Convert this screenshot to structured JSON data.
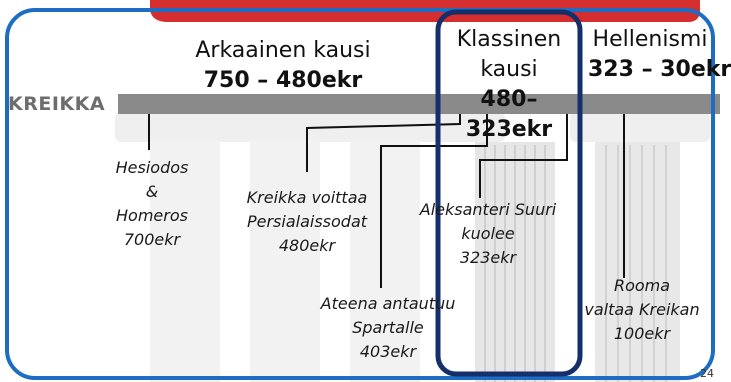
{
  "timeline": {
    "band_label": "KREIKKA",
    "periods": [
      {
        "name": "Arkaainen kausi",
        "dates": "750 – 480ekr"
      },
      {
        "name": "Klassinen kausi",
        "dates": "480– 323ekr"
      },
      {
        "name": "Hellenismi",
        "dates": "323 – 30ekr"
      }
    ],
    "events": [
      {
        "lines": [
          "Hesiodos",
          "&",
          "Homeros",
          "700ekr"
        ]
      },
      {
        "lines": [
          "Kreikka voittaa",
          "Persialaissodat",
          "480ekr"
        ]
      },
      {
        "lines": [
          "Ateena antautuu",
          "Spartalle",
          "403ekr"
        ]
      },
      {
        "lines": [
          "Aleksanteri Suuri",
          "kuolee",
          "323ekr"
        ]
      },
      {
        "lines": [
          "Rooma",
          "valtaa Kreikan",
          "100ekr"
        ]
      }
    ],
    "page_number": "24"
  },
  "colors": {
    "frame_border": "#1d6ec2",
    "highlight_box": "#152f6b",
    "timeline_bar": "#8a8a8a",
    "top_accent": "#d42e2e"
  }
}
